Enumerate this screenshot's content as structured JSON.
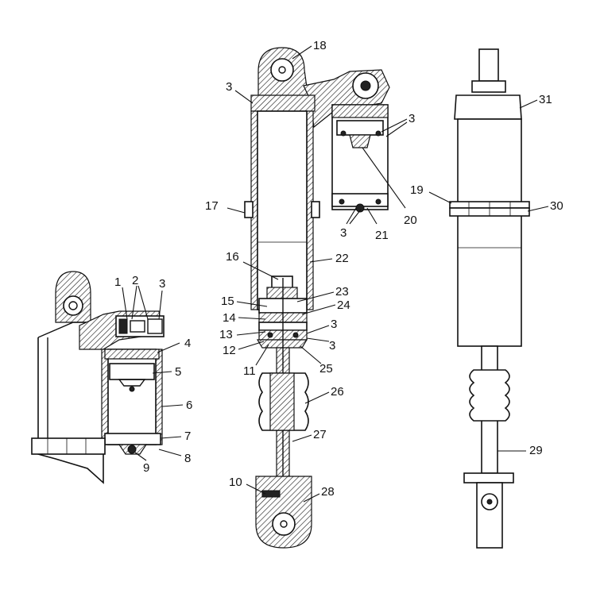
{
  "callouts": [
    {
      "id": "c1",
      "text": "1"
    },
    {
      "id": "c2",
      "text": "2"
    },
    {
      "id": "c3a",
      "text": "3"
    },
    {
      "id": "c4",
      "text": "4"
    },
    {
      "id": "c5",
      "text": "5"
    },
    {
      "id": "c6",
      "text": "6"
    },
    {
      "id": "c7",
      "text": "7"
    },
    {
      "id": "c8",
      "text": "8"
    },
    {
      "id": "c9",
      "text": "9"
    },
    {
      "id": "c18",
      "text": "18"
    },
    {
      "id": "c3b",
      "text": "3"
    },
    {
      "id": "c3c",
      "text": "3"
    },
    {
      "id": "c17",
      "text": "17"
    },
    {
      "id": "c3d",
      "text": "3"
    },
    {
      "id": "c21",
      "text": "21"
    },
    {
      "id": "c20",
      "text": "20"
    },
    {
      "id": "c16",
      "text": "16"
    },
    {
      "id": "c22",
      "text": "22"
    },
    {
      "id": "c23",
      "text": "23"
    },
    {
      "id": "c15",
      "text": "15"
    },
    {
      "id": "c24",
      "text": "24"
    },
    {
      "id": "c14",
      "text": "14"
    },
    {
      "id": "c13",
      "text": "13"
    },
    {
      "id": "c3e",
      "text": "3"
    },
    {
      "id": "c12",
      "text": "12"
    },
    {
      "id": "c3f",
      "text": "3"
    },
    {
      "id": "c11",
      "text": "11"
    },
    {
      "id": "c25",
      "text": "25"
    },
    {
      "id": "c26",
      "text": "26"
    },
    {
      "id": "c27",
      "text": "27"
    },
    {
      "id": "c10",
      "text": "10"
    },
    {
      "id": "c28",
      "text": "28"
    },
    {
      "id": "c31",
      "text": "31"
    },
    {
      "id": "c19",
      "text": "19"
    },
    {
      "id": "c30",
      "text": "30"
    },
    {
      "id": "c29",
      "text": "29"
    }
  ]
}
